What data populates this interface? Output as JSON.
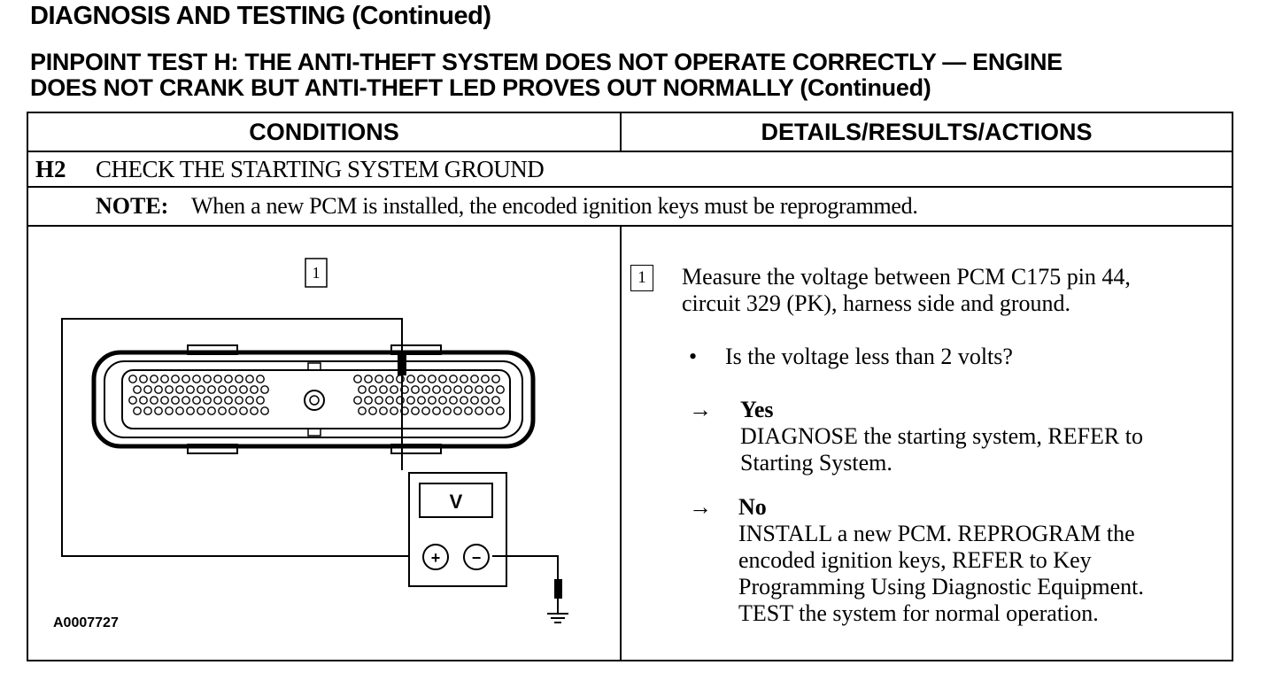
{
  "page_title": "DIAGNOSIS AND TESTING (Continued)",
  "test_title_line1": "PINPOINT TEST H: THE ANTI-THEFT SYSTEM DOES NOT OPERATE CORRECTLY — ENGINE",
  "test_title_line2": "DOES NOT CRANK BUT ANTI-THEFT LED PROVES OUT NORMALLY (Continued)",
  "table": {
    "col_conditions": "CONDITIONS",
    "col_details": "DETAILS/RESULTS/ACTIONS",
    "step_id": "H2",
    "step_title": "CHECK THE STARTING SYSTEM GROUND",
    "note_label": "NOTE:",
    "note_text": "When a new PCM is installed, the encoded ignition keys must be reprogrammed."
  },
  "diagram": {
    "callout": "1",
    "meter_label": "V",
    "plus": "+",
    "minus": "−",
    "figure_id": "A0007727"
  },
  "details": {
    "step_callout": "1",
    "instruction_line1": "Measure the voltage between PCM C175 pin 44,",
    "instruction_line2": "circuit 329 (PK), harness side and ground.",
    "question": "Is the voltage less than 2 volts?",
    "bullet": "•",
    "arrow": "→",
    "yes_label": "Yes",
    "yes_line1": "DIAGNOSE the starting system, REFER to",
    "yes_line2": "Starting System.",
    "no_label": "No",
    "no_line1": "INSTALL a new PCM. REPROGRAM the",
    "no_line2": "encoded ignition  keys, REFER to Key",
    "no_line3": "Programming Using Diagnostic Equipment.",
    "no_line4": "TEST the system for normal operation."
  }
}
